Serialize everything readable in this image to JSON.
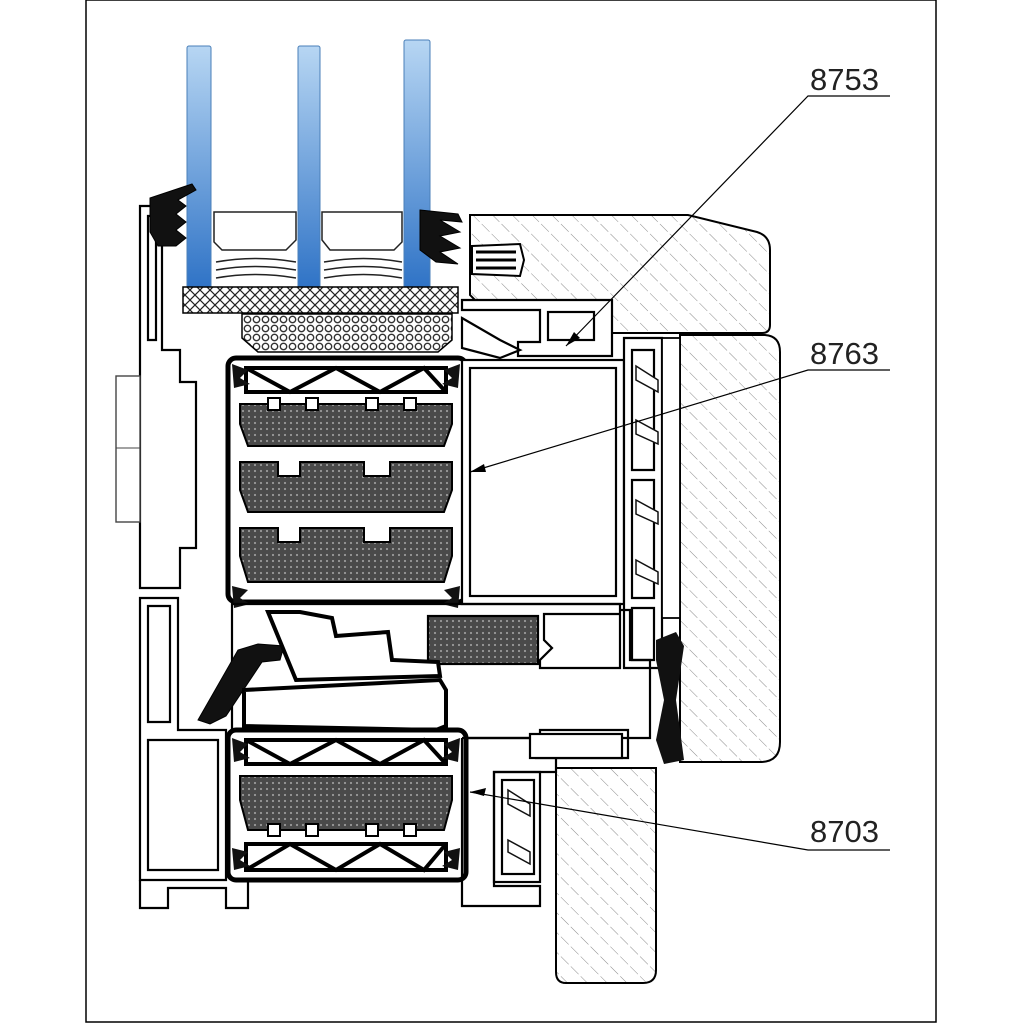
{
  "callouts": [
    {
      "label": "8753"
    },
    {
      "label": "8763"
    },
    {
      "label": "8703"
    }
  ],
  "colors": {
    "border": "#000000",
    "profile": "#000000",
    "profile_fill": "#ffffff",
    "glass_top": "#a9cdf0",
    "glass_bottom": "#2f73c6",
    "insulation": "#3a3a3a",
    "hatch": "#777777",
    "label": "#222222"
  }
}
